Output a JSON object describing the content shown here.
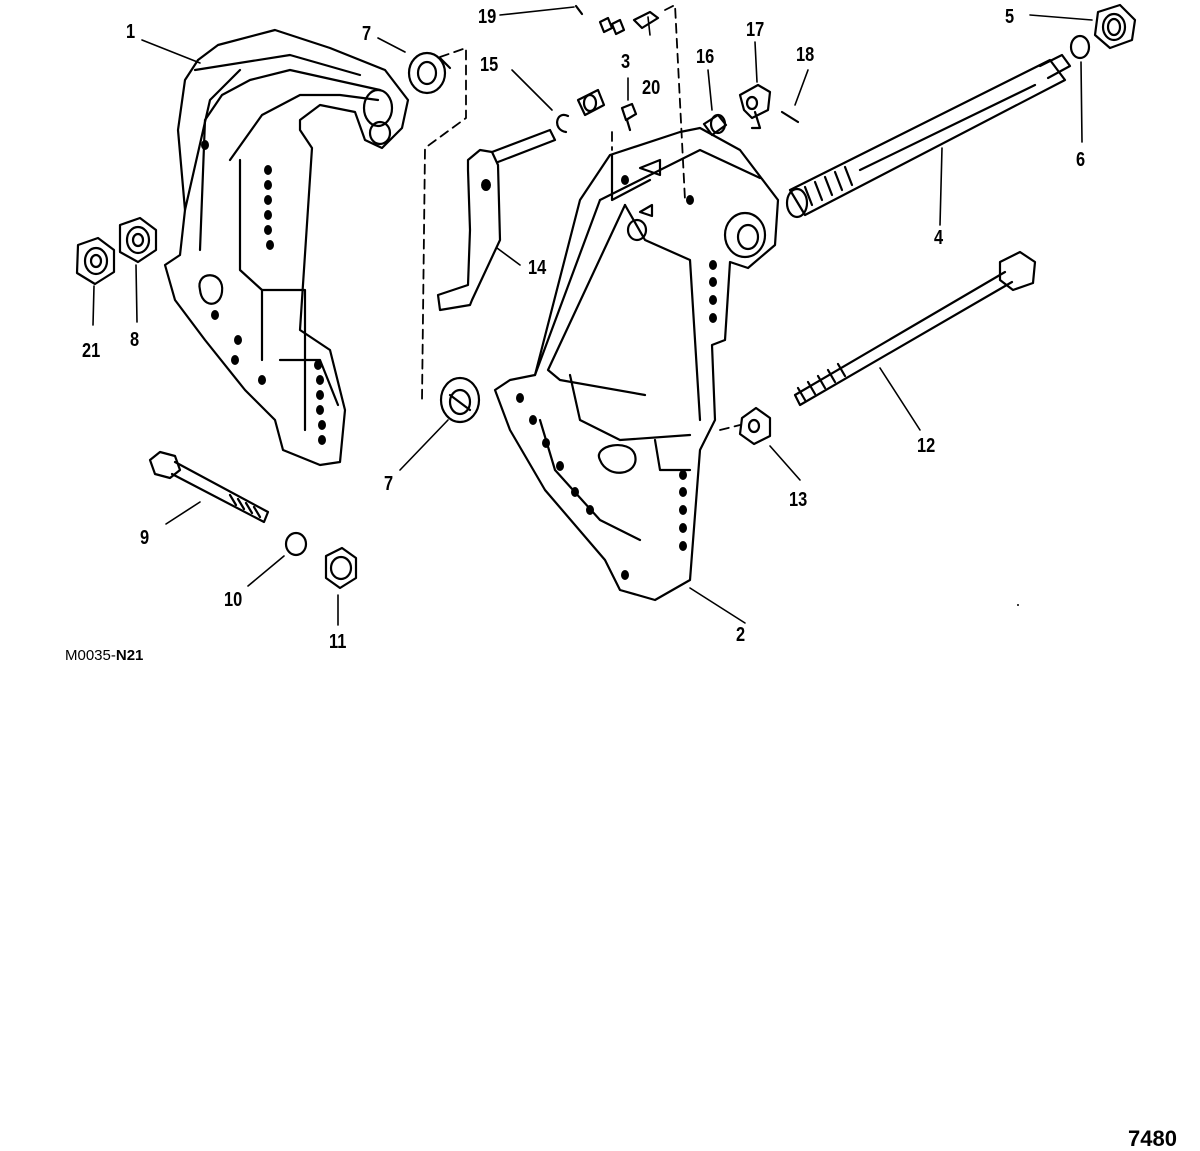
{
  "diagram": {
    "ink_color": "#000000",
    "paper_color": "#ffffff",
    "parts": [
      {
        "id": "p1",
        "label": "1",
        "depicts": "transom bracket (port)"
      },
      {
        "id": "p2",
        "label": "2",
        "depicts": "transom bracket (starboard)"
      },
      {
        "id": "p3",
        "label": "3",
        "depicts": "grease fitting"
      },
      {
        "id": "p4",
        "label": "4",
        "depicts": "tilt tube"
      },
      {
        "id": "p5",
        "label": "5",
        "depicts": "tilt tube nut"
      },
      {
        "id": "p6",
        "label": "6",
        "depicts": "washer"
      },
      {
        "id": "p7a",
        "label": "7",
        "depicts": "tab washer (upper)"
      },
      {
        "id": "p7b",
        "label": "7",
        "depicts": "tab washer (lower)"
      },
      {
        "id": "p8",
        "label": "8",
        "depicts": "nut"
      },
      {
        "id": "p9",
        "label": "9",
        "depicts": "bolt"
      },
      {
        "id": "p10",
        "label": "10",
        "depicts": "flat washer"
      },
      {
        "id": "p11",
        "label": "11",
        "depicts": "nut"
      },
      {
        "id": "p12",
        "label": "12",
        "depicts": "long bolt"
      },
      {
        "id": "p13",
        "label": "13",
        "depicts": "nut"
      },
      {
        "id": "p14",
        "label": "14",
        "depicts": "tilt lock lever"
      },
      {
        "id": "p15",
        "label": "15",
        "depicts": "retaining clip"
      },
      {
        "id": "p16",
        "label": "16",
        "depicts": "bushing"
      },
      {
        "id": "p17",
        "label": "17",
        "depicts": "tilt lock cam"
      },
      {
        "id": "p18",
        "label": "18",
        "depicts": "pin"
      },
      {
        "id": "p19",
        "label": "19",
        "depicts": "spring"
      },
      {
        "id": "p20",
        "label": "20",
        "depicts": "plunger pin"
      },
      {
        "id": "p21",
        "label": "21",
        "depicts": "nut"
      }
    ],
    "figure_code": {
      "prefix": "M0035-",
      "suffix": "N21"
    },
    "sheet_number": "7480"
  }
}
